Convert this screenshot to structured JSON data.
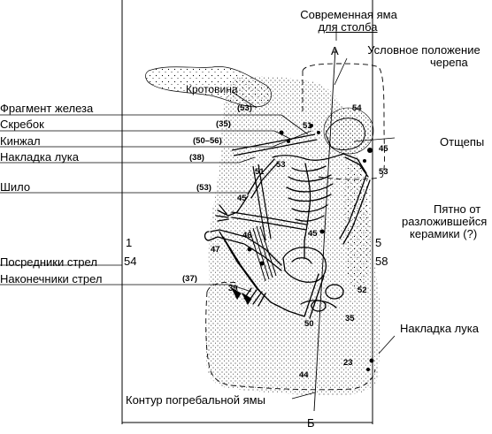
{
  "labels": {
    "modern_pit": "Современная яма",
    "for_pole": "для столба",
    "skull_pos_1": "Условное положение",
    "skull_pos_2": "черепа",
    "letter_a": "А",
    "letter_b": "Б",
    "burrow": "Кротовина",
    "iron_fragment": "Фрагмент железа",
    "scraper": "Скребок",
    "dagger": "Кинжал",
    "bow_plate": "Накладка лука",
    "awl": "Шило",
    "flakes": "Отщепы",
    "ceramic_1": "Пятно от",
    "ceramic_2": "разложившейся",
    "ceramic_3": "керамики (?)",
    "arrow_shafts": "Посредники стрел",
    "arrowheads": "Наконечники стрел",
    "bow_plate_2": "Накладка лука",
    "pit_contour": "Контур погребальной ямы"
  },
  "numbers": {
    "n53a": "(53)",
    "n35": "(35)",
    "n50_56": "(50–56)",
    "n38": "(38)",
    "n53b": "(53)",
    "n37": "(37)",
    "n54_skull": "54",
    "n51a": "51",
    "n45a": "45",
    "n53c": "53",
    "n51b": "51",
    "n53d": "53",
    "n45b": "45",
    "n45c": "45",
    "n46": "46",
    "n47": "47",
    "n39": "39",
    "n52": "52",
    "n35b": "35",
    "n50b": "50",
    "n44": "44",
    "n23": "23",
    "left_1": "1",
    "left_54": "54",
    "right_5": "5",
    "right_58": "58"
  }
}
